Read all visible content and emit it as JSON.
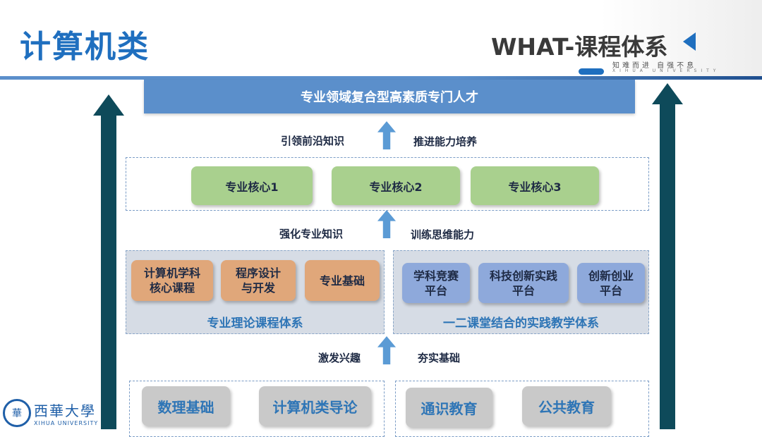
{
  "header": {
    "title": "计算机类",
    "subtitle": "WHAT-课程体系",
    "motto": "知难而进 自强不息",
    "university_en": "XIHUA UNIVERSITY"
  },
  "top_goal": "专业领域复合型高素质专门人才",
  "arrow_labels": {
    "l1": "引领前沿知识",
    "r1": "推进能力培养",
    "l2": "强化专业知识",
    "r2": "训练思维能力",
    "l3": "激发兴趣",
    "r3": "夯实基础"
  },
  "core": [
    "专业核心1",
    "专业核心2",
    "专业核心3"
  ],
  "theory": {
    "items": [
      [
        "计算机学科",
        "核心课程"
      ],
      [
        "程序设计",
        "与开发"
      ],
      [
        "专业基础"
      ]
    ],
    "caption": "专业理论课程体系"
  },
  "practice": {
    "items": [
      [
        "学科竞赛",
        "平台"
      ],
      [
        "科技创新实践",
        "平台"
      ],
      [
        "创新创业",
        "平台"
      ]
    ],
    "caption": "一二课堂结合的实践教学体系"
  },
  "foundation": [
    "数理基础",
    "计算机类导论",
    "通识教育",
    "公共教育"
  ],
  "logo": {
    "name_cn": "西華大學",
    "name_en": "XIHUA UNIVERSITY",
    "seal": "華"
  },
  "colors": {
    "accent": "#1f6fbf",
    "teal": "#0e4a5a",
    "banner": "#5b8fcb"
  }
}
